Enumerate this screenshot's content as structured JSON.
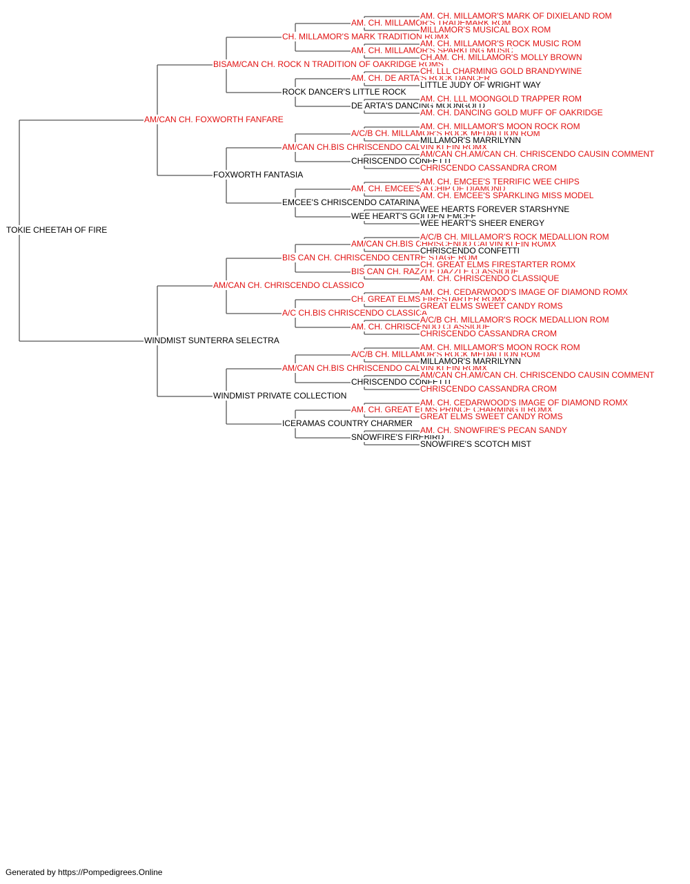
{
  "colors": {
    "champion": "#e01010",
    "regular": "#000000",
    "line": "#555555"
  },
  "pedigree": {
    "name": "TOKIE CHEETAH OF FIRE",
    "champion": false,
    "sire": {
      "name": "AM/CAN CH. FOXWORTH FANFARE",
      "champion": true,
      "sire": {
        "name": "BISAM/CAN CH. ROCK N TRADITION OF OAKRIDGE ROMS",
        "champion": true,
        "sire": {
          "name": "CH. MILLAMOR'S MARK TRADITION ROMX",
          "champion": true,
          "sire": {
            "name": "AM. CH. MILLAMOR'S TRADEMARK ROM",
            "champion": true,
            "sire": {
              "name": "AM. CH. MILLAMOR'S MARK OF DIXIELAND ROM",
              "champion": true
            },
            "dam": {
              "name": "MILLAMOR'S MUSICAL BOX ROM",
              "champion": true
            }
          },
          "dam": {
            "name": "AM. CH. MILLAMOR'S SPARKLING MUSIC",
            "champion": true,
            "sire": {
              "name": "AM. CH. MILLAMOR'S ROCK MUSIC ROM",
              "champion": true
            },
            "dam": {
              "name": "CH.AM. CH. MILLAMOR'S MOLLY BROWN",
              "champion": true
            }
          }
        },
        "dam": {
          "name": "ROCK DANCER'S LITTLE ROCK",
          "champion": false,
          "sire": {
            "name": "AM. CH. DE ARTA'S ROCK DANCER",
            "champion": true,
            "sire": {
              "name": "CH. LLL CHARMING GOLD BRANDYWINE",
              "champion": true
            },
            "dam": {
              "name": "LITTLE JUDY OF WRIGHT WAY",
              "champion": false
            }
          },
          "dam": {
            "name": "DE ARTA'S DANCING MOONGOLD",
            "champion": false,
            "sire": {
              "name": "AM. CH. LLL MOONGOLD TRAPPER ROM",
              "champion": true
            },
            "dam": {
              "name": "AM. CH. DANCING GOLD MUFF OF OAKRIDGE",
              "champion": true
            }
          }
        }
      },
      "dam": {
        "name": "FOXWORTH FANTASIA",
        "champion": false,
        "sire": {
          "name": "AM/CAN CH.BIS CHRISCENDO CALVIN KLEIN ROMX",
          "champion": true,
          "sire": {
            "name": "A/C/B CH. MILLAMOR'S ROCK MEDALLION ROM",
            "champion": true,
            "sire": {
              "name": "AM. CH. MILLAMOR'S MOON ROCK ROM",
              "champion": true
            },
            "dam": {
              "name": "MILLAMOR'S MARRILYNN",
              "champion": false
            }
          },
          "dam": {
            "name": "CHRISCENDO CONFETTI",
            "champion": false,
            "sire": {
              "name": "AM/CAN CH.AM/CAN CH. CHRISCENDO CAUSIN COMMENT",
              "champion": true
            },
            "dam": {
              "name": "CHRISCENDO CASSANDRA CROM",
              "champion": true
            }
          }
        },
        "dam": {
          "name": "EMCEE'S CHRISCENDO CATARINA",
          "champion": false,
          "sire": {
            "name": "AM. CH. EMCEE'S A CHIP OF DIAMOND",
            "champion": true,
            "sire": {
              "name": "AM. CH. EMCEE'S TERRIFIC WEE CHIPS",
              "champion": true
            },
            "dam": {
              "name": "AM. CH. EMCEE'S SPARKLING MISS MODEL",
              "champion": true
            }
          },
          "dam": {
            "name": "WEE HEART'S GOLDEN EMCEE",
            "champion": false,
            "sire": {
              "name": "WEE HEARTS FOREVER STARSHYNE",
              "champion": false
            },
            "dam": {
              "name": "WEE HEART'S SHEER ENERGY",
              "champion": false
            }
          }
        }
      }
    },
    "dam": {
      "name": "WINDMIST SUNTERRA SELECTRA",
      "champion": false,
      "sire": {
        "name": "AM/CAN CH. CHRISCENDO CLASSICO",
        "champion": true,
        "sire": {
          "name": "BIS CAN CH. CHRISCENDO CENTRE STAGE ROM",
          "champion": true,
          "sire": {
            "name": "AM/CAN CH.BIS CHRISCENDO CALVIN KLEIN ROMX",
            "champion": true,
            "sire": {
              "name": "A/C/B CH. MILLAMOR'S ROCK MEDALLION ROM",
              "champion": true
            },
            "dam": {
              "name": "CHRISCENDO CONFETTI",
              "champion": false
            }
          },
          "dam": {
            "name": "BIS CAN CH. RAZZLE DAZZLE CLASSIQUE",
            "champion": true,
            "sire": {
              "name": "CH. GREAT ELMS FIRESTARTER ROMX",
              "champion": true
            },
            "dam": {
              "name": "AM. CH. CHRISCENDO CLASSIQUE",
              "champion": true
            }
          }
        },
        "dam": {
          "name": "A/C CH.BIS CHRISCENDO CLASSICA",
          "champion": true,
          "sire": {
            "name": "CH. GREAT ELMS FIRESTARTER ROMX",
            "champion": true,
            "sire": {
              "name": "AM. CH. CEDARWOOD'S IMAGE OF DIAMOND ROMX",
              "champion": true
            },
            "dam": {
              "name": "GREAT ELMS SWEET CANDY ROMS",
              "champion": true
            }
          },
          "dam": {
            "name": "AM. CH. CHRISCENDO CLASSIQUE",
            "champion": true,
            "sire": {
              "name": "A/C/B CH. MILLAMOR'S ROCK MEDALLION ROM",
              "champion": true
            },
            "dam": {
              "name": "CHRISCENDO CASSANDRA CROM",
              "champion": true
            }
          }
        }
      },
      "dam": {
        "name": "WINDMIST PRIVATE COLLECTION",
        "champion": false,
        "sire": {
          "name": "AM/CAN CH.BIS CHRISCENDO CALVIN KLEIN ROMX",
          "champion": true,
          "sire": {
            "name": "A/C/B CH. MILLAMOR'S ROCK MEDALLION ROM",
            "champion": true,
            "sire": {
              "name": "AM. CH. MILLAMOR'S MOON ROCK ROM",
              "champion": true
            },
            "dam": {
              "name": "MILLAMOR'S MARRILYNN",
              "champion": false
            }
          },
          "dam": {
            "name": "CHRISCENDO CONFETTI",
            "champion": false,
            "sire": {
              "name": "AM/CAN CH.AM/CAN CH. CHRISCENDO CAUSIN COMMENT",
              "champion": true
            },
            "dam": {
              "name": "CHRISCENDO CASSANDRA CROM",
              "champion": true
            }
          }
        },
        "dam": {
          "name": "ICERAMAS COUNTRY CHARMER",
          "champion": false,
          "sire": {
            "name": "AM. CH. GREAT ELMS PRINCE CHARMING II ROMX",
            "champion": true,
            "sire": {
              "name": "AM. CH. CEDARWOOD'S IMAGE OF DIAMOND ROMX",
              "champion": true
            },
            "dam": {
              "name": "GREAT ELMS SWEET CANDY ROMS",
              "champion": true
            }
          },
          "dam": {
            "name": "SNOWFIRE'S FIREBIRD",
            "champion": false,
            "sire": {
              "name": "AM. CH. SNOWFIRE'S PECAN SANDY",
              "champion": true
            },
            "dam": {
              "name": "SNOWFIRE'S SCOTCH MIST",
              "champion": false
            }
          }
        }
      }
    }
  },
  "footer": {
    "text": "Generated by https://Pompedigrees.Online"
  }
}
